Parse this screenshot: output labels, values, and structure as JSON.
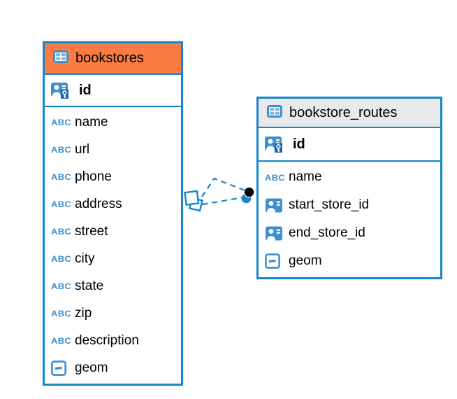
{
  "diagram": {
    "type": "entity-relationship-diagram",
    "background": "#ffffff",
    "colors": {
      "table_border": "#1586C8",
      "icon_blue": "#3E8FCE",
      "key_badge_blue": "#1565AE",
      "bookstores_header_bg": "#F97C45",
      "routes_header_bg": "#E9E9E9",
      "relationship_line": "#1586C8",
      "text": "#000000"
    },
    "icons": {
      "table_icon": "blue 2x2 grid table glyph",
      "primary_key_icon": "person card with key badge",
      "person_ref_icon": "person card",
      "text_type_glyph": "ABC",
      "geometry_type_icon": "outlined square with dash"
    },
    "tables": [
      {
        "title": "bookstores",
        "pk_label": "id",
        "columns": [
          "name",
          "url",
          "phone",
          "address",
          "street",
          "city",
          "state",
          "zip",
          "description",
          "geom"
        ]
      },
      {
        "title": "bookstore_routes",
        "pk_label": "id",
        "columns": [
          "name",
          "start_store_id",
          "end_store_id",
          "geom"
        ]
      }
    ],
    "relationships": {
      "count": 2,
      "style": "dashed",
      "between": [
        "bookstores",
        "bookstore_routes"
      ]
    }
  }
}
